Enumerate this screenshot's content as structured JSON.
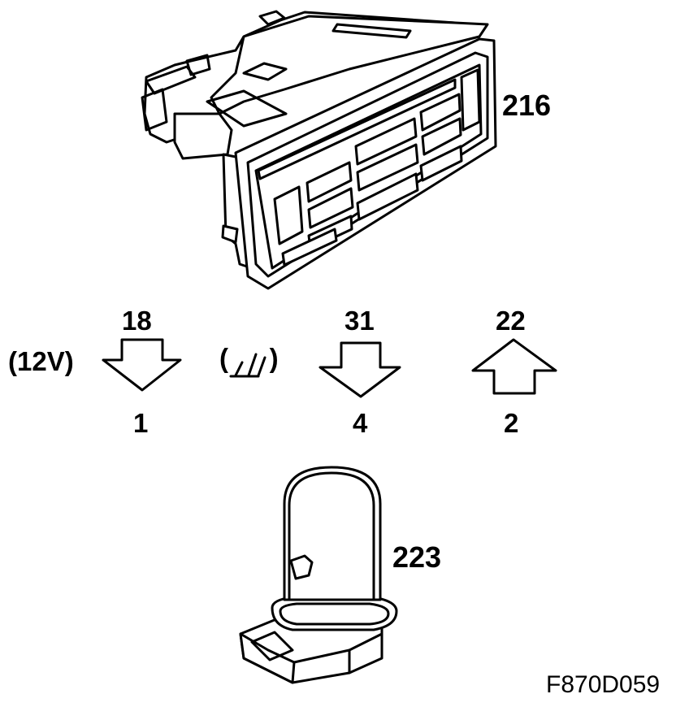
{
  "components": {
    "control_panel": {
      "label": "216",
      "icon": "climate-control-panel-icon"
    },
    "bulb": {
      "label": "223",
      "icon": "light-bulb-icon"
    }
  },
  "pins": [
    {
      "top": "18",
      "bottom": "1",
      "direction": "down",
      "left_note": "(12V)"
    },
    {
      "top": "31",
      "bottom": "4",
      "direction": "down",
      "left_note": "(⏚)"
    },
    {
      "top": "22",
      "bottom": "2",
      "direction": "up"
    }
  ],
  "figure_ref": "F870D059",
  "colors": {
    "ink": "#000000",
    "paper": "#ffffff"
  }
}
